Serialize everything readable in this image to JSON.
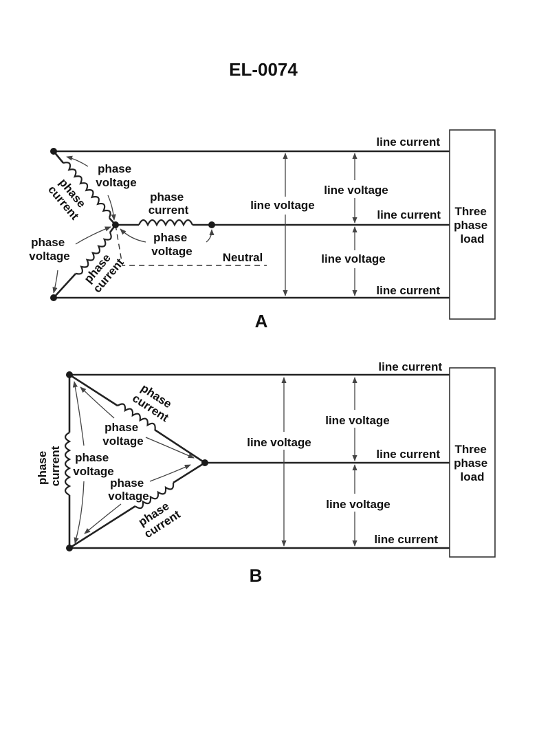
{
  "title": "EL-0074",
  "diagram_a": {
    "caption": "A",
    "connection": "wye",
    "labels": {
      "phase_voltage_top": [
        "phase",
        "voltage"
      ],
      "phase_current_top": [
        "phase",
        "current"
      ],
      "phase_current_mid": [
        "phase",
        "current"
      ],
      "phase_voltage_mid": [
        "phase",
        "voltage"
      ],
      "phase_voltage_left": [
        "phase",
        "voltage"
      ],
      "phase_current_bottom": [
        "phase",
        "current"
      ],
      "neutral": "Neutral",
      "line_voltage_outer": "line voltage",
      "line_voltage_upper": "line voltage",
      "line_voltage_lower": "line voltage",
      "line_current_top": "line current",
      "line_current_mid": "line current",
      "line_current_bottom": "line current"
    },
    "load": [
      "Three",
      "phase",
      "load"
    ]
  },
  "diagram_b": {
    "caption": "B",
    "connection": "delta",
    "labels": {
      "phase_current_top": [
        "phase",
        "current"
      ],
      "phase_voltage_top": [
        "phase",
        "voltage"
      ],
      "phase_current_left": [
        "phase",
        "current"
      ],
      "phase_voltage_left": [
        "phase",
        "voltage"
      ],
      "phase_voltage_bottom": [
        "phase",
        "voltage"
      ],
      "phase_current_bottom": [
        "phase",
        "current"
      ],
      "line_voltage_outer": "line voltage",
      "line_voltage_upper": "line voltage",
      "line_voltage_lower": "line voltage",
      "line_current_top": "line current",
      "line_current_mid": "line current",
      "line_current_bottom": "line current"
    },
    "load": [
      "Three",
      "phase",
      "load"
    ]
  }
}
